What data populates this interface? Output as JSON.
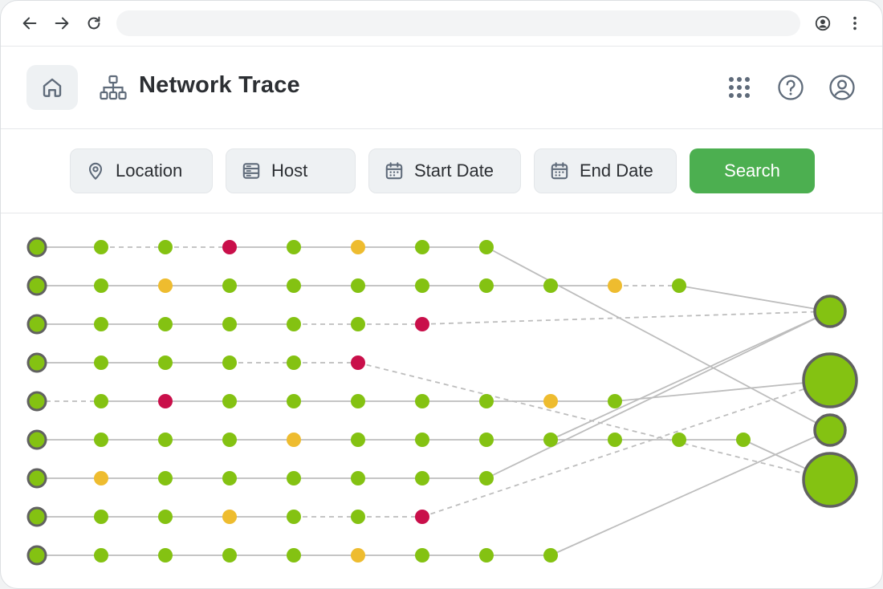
{
  "browser": {
    "back_icon": "arrow-left-icon",
    "forward_icon": "arrow-right-icon",
    "reload_icon": "reload-icon",
    "profile_icon": "account-circle-icon",
    "menu_icon": "more-vert-icon",
    "url": ""
  },
  "header": {
    "home_icon": "home-icon",
    "app_icon": "sitemap-icon",
    "title": "Network Trace",
    "apps_icon": "apps-grid-icon",
    "help_icon": "help-circle-icon",
    "account_icon": "account-circle-icon"
  },
  "filters": {
    "location": {
      "label": "Location",
      "icon": "map-pin-icon"
    },
    "host": {
      "label": "Host",
      "icon": "server-icon"
    },
    "start_date": {
      "label": "Start Date",
      "icon": "calendar-icon"
    },
    "end_date": {
      "label": "End Date",
      "icon": "calendar-icon"
    },
    "search_label": "Search"
  },
  "colors": {
    "accent": "#4caf50",
    "ok": "#84c212",
    "warning": "#eebc2f",
    "error": "#c90f4a",
    "source_border": "#616161",
    "link": "#bdbdbd"
  },
  "trace": {
    "rows": [
      [
        "ok",
        "ok",
        "err",
        "ok",
        "warn",
        "ok",
        "ok"
      ],
      [
        "ok",
        "warn",
        "ok",
        "ok",
        "ok",
        "ok",
        "ok",
        "ok",
        "warn",
        "ok"
      ],
      [
        "ok",
        "ok",
        "ok",
        "ok",
        "ok",
        "err"
      ],
      [
        "ok",
        "ok",
        "ok",
        "ok",
        "err"
      ],
      [
        "ok",
        "err",
        "ok",
        "ok",
        "ok",
        "ok",
        "ok",
        "warn",
        "ok"
      ],
      [
        "ok",
        "ok",
        "ok",
        "warn",
        "ok",
        "ok",
        "ok",
        "ok",
        "ok",
        "ok",
        "ok"
      ],
      [
        "warn",
        "ok",
        "ok",
        "ok",
        "ok",
        "ok",
        "ok"
      ],
      [
        "ok",
        "ok",
        "warn",
        "ok",
        "ok",
        "err"
      ],
      [
        "ok",
        "ok",
        "ok",
        "ok",
        "warn",
        "ok",
        "ok",
        "ok"
      ]
    ],
    "dashed_segments": [
      [
        0,
        1
      ],
      [
        0,
        2
      ],
      [
        1,
        -1
      ],
      [
        2,
        4
      ],
      [
        2,
        -1
      ],
      [
        3,
        3
      ],
      [
        3,
        -1
      ],
      [
        4,
        0
      ],
      [
        7,
        4
      ],
      [
        7,
        -1
      ]
    ],
    "destinations": [
      "small",
      "large",
      "small",
      "large"
    ],
    "routes": [
      {
        "row": 0,
        "dest": 2,
        "dashed": false
      },
      {
        "row": 1,
        "dest": 0,
        "dashed": false
      },
      {
        "row": 2,
        "dest": 0,
        "dashed": true
      },
      {
        "row": 3,
        "dest": 3,
        "dashed": true
      },
      {
        "row": 4,
        "dest": 1,
        "dashed": false
      },
      {
        "row": 5,
        "dest": 0,
        "dashed": false,
        "branch_from": 7
      },
      {
        "row": 5,
        "dest": 3,
        "dashed": false
      },
      {
        "row": 6,
        "dest": 0,
        "dashed": false
      },
      {
        "row": 7,
        "dest": 1,
        "dashed": true
      },
      {
        "row": 8,
        "dest": 2,
        "dashed": false
      }
    ]
  }
}
